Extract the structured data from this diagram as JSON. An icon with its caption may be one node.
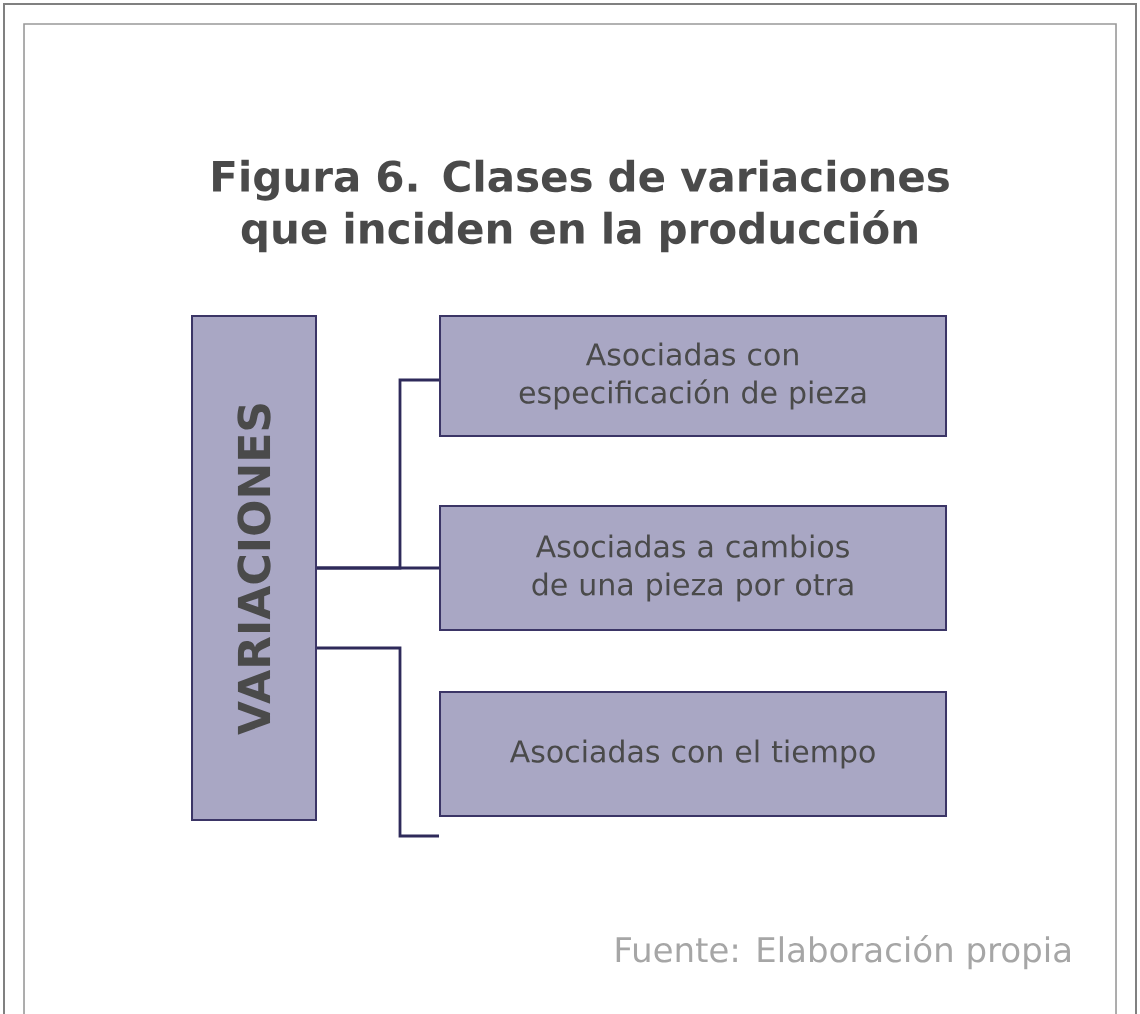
{
  "diagram": {
    "title": "Figura 6. Clases de variaciones que inciden en la producción",
    "caption": "Fuente: Elaboración propia",
    "nodes": [
      {
        "text": [
          "VARIACIONES"
        ]
      },
      {
        "text": [
          "Asociadas con especificación de pieza"
        ]
      },
      {
        "text": [
          "Asociadas a cambios de una pieza por otra"
        ]
      },
      {
        "text": [
          "Asociadas con el tiempo"
        ]
      }
    ],
    "edges": [
      {
        "from": 0,
        "to": 1,
        "arrow": "none"
      },
      {
        "from": 0,
        "to": 2,
        "arrow": "none"
      },
      {
        "from": 0,
        "to": 3,
        "arrow": "none"
      }
    ]
  }
}
